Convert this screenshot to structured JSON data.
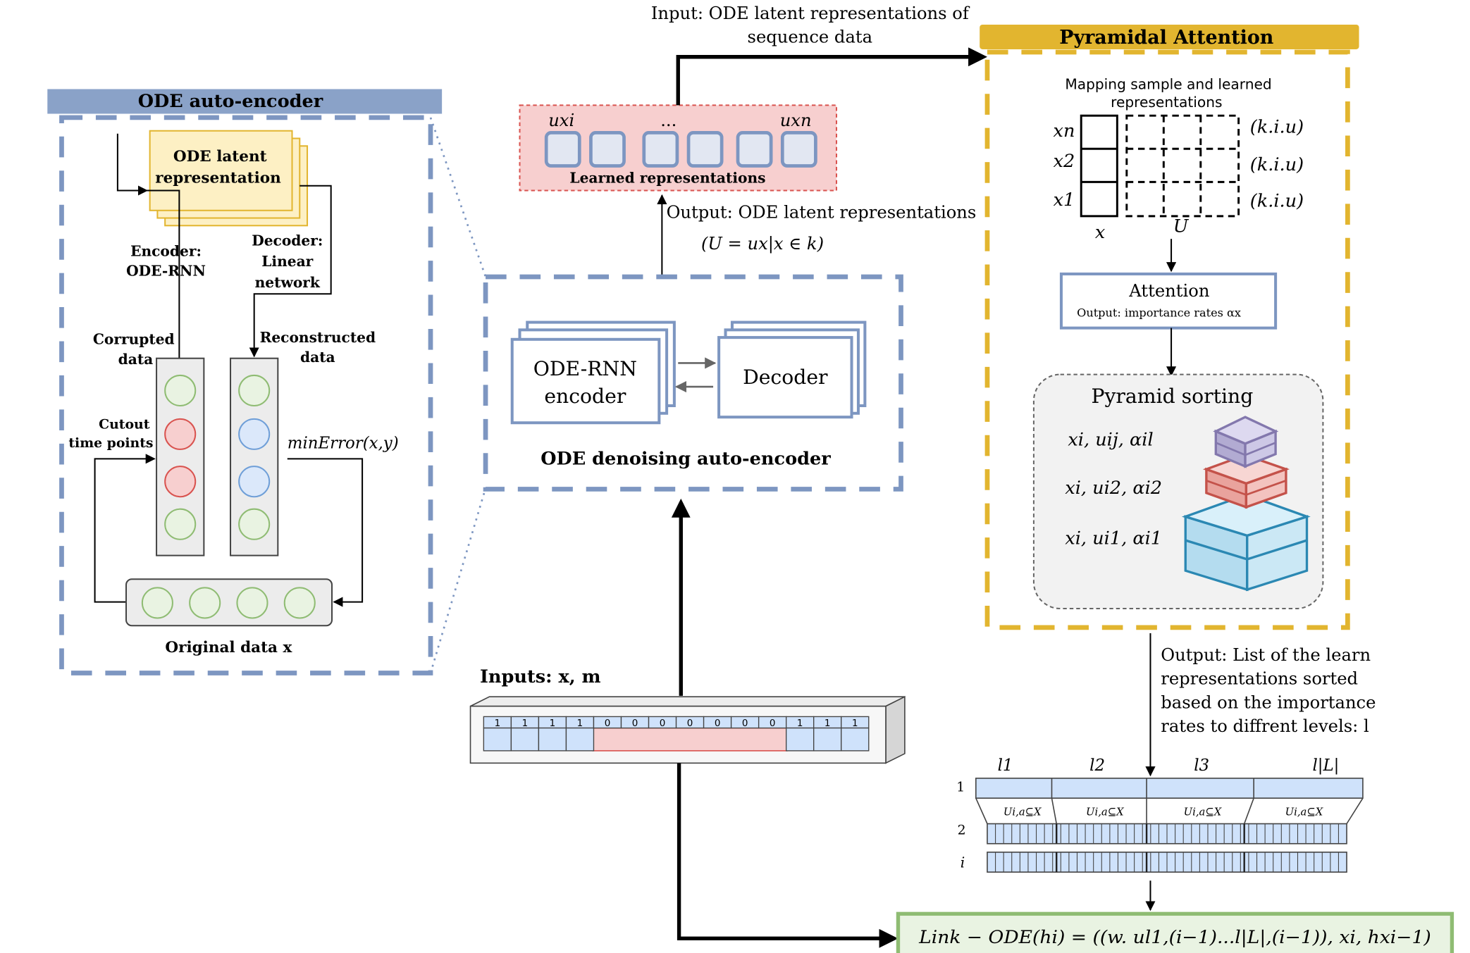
{
  "left_panel": {
    "title": "ODE auto-encoder",
    "latent_box": [
      "ODE latent",
      "representation"
    ],
    "encoder_label": [
      "Encoder:",
      "ODE-RNN"
    ],
    "decoder_label": [
      "Decoder:",
      "Linear",
      "network"
    ],
    "corrupted_label": [
      "Corrupted",
      "data"
    ],
    "reconstructed_label": [
      "Reconstructed",
      "data"
    ],
    "cutout_label": [
      "Cutout",
      "time points"
    ],
    "min_error": "minError(x,y)",
    "original_label": "Original data x"
  },
  "center_panel": {
    "input_caption": [
      "Input: ODE latent representations of",
      "sequence data"
    ],
    "learned": {
      "label": "Learned representations",
      "u_first": "uxi",
      "u_last": "uxn",
      "ellipsis": "..."
    },
    "output_caption": [
      "Output: ODE latent representations",
      "(U = ux|x ∈ k)"
    ],
    "encoder_box": [
      "ODE-RNN",
      "encoder"
    ],
    "decoder_box": "Decoder",
    "panel_title": "ODE denoising auto-encoder",
    "inputs_label": "Inputs: x, m",
    "mask_bits": [
      "1",
      "1",
      "1",
      "1",
      "0",
      "0",
      "0",
      "0",
      "0",
      "0",
      "0",
      "1",
      "1",
      "1"
    ]
  },
  "right_panel": {
    "title": "Pyramidal Attention",
    "mapping_caption": [
      "Mapping sample and learned",
      "representations"
    ],
    "rows": [
      {
        "x": "xn",
        "kiu": "(k.i.u)"
      },
      {
        "x": "x2",
        "kiu": "(k.i.u)"
      },
      {
        "x": "x1",
        "kiu": "(k.i.u)"
      }
    ],
    "axis_x": "x",
    "axis_u": "U",
    "attention_title": "Attention",
    "attention_output": "Output: importance rates αx",
    "pyramid_title": "Pyramid sorting",
    "pyramid_rows": [
      "xi, uij, αil",
      "xi, ui2, αi2",
      "xi, ui1, αi1"
    ],
    "output_caption": [
      "Output: List of the learn",
      "representations sorted",
      "based on the importance",
      "rates to diffrent levels: l"
    ]
  },
  "levels": {
    "row_labels": [
      "1",
      "2",
      "i"
    ],
    "level_labels": [
      "l1",
      "l2",
      "l3",
      "l|L|"
    ],
    "u_labels": [
      "Ui,a⊆X",
      "Ui,a⊆X",
      "Ui,a⊆X",
      "Ui,a⊆X"
    ]
  },
  "formula": "Link − ODE(hi) = ((w. ul1,(i−1)...l|L|,(i−1)), xi, hxi−1)",
  "colors": {
    "blue_frame": "#7d96c1",
    "blue_header": "#8aa2c8",
    "gold": "#e2b52f",
    "pink_fill": "#f7cfcf",
    "pink_stroke": "#d9534f",
    "yellow_fill": "#fdf0c4",
    "green_stroke": "#8fbc73",
    "green_fill": "#e9f3e2",
    "light_blue": "#cfe2fb",
    "purple": "#8378ad",
    "red": "#c4524a",
    "teal": "#2b88b3"
  }
}
